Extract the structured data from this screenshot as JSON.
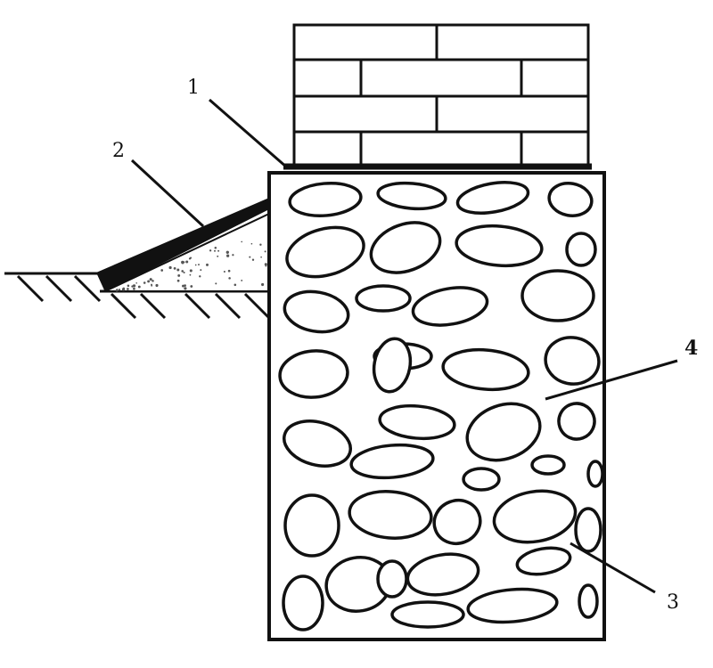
{
  "colors": {
    "ink": "#111111",
    "background": "#ffffff",
    "sand_dots": "#555555"
  },
  "callouts": {
    "blind_area": "1",
    "slope_layer": "2",
    "stone_edge": "3",
    "rubble_foundation": "4"
  }
}
